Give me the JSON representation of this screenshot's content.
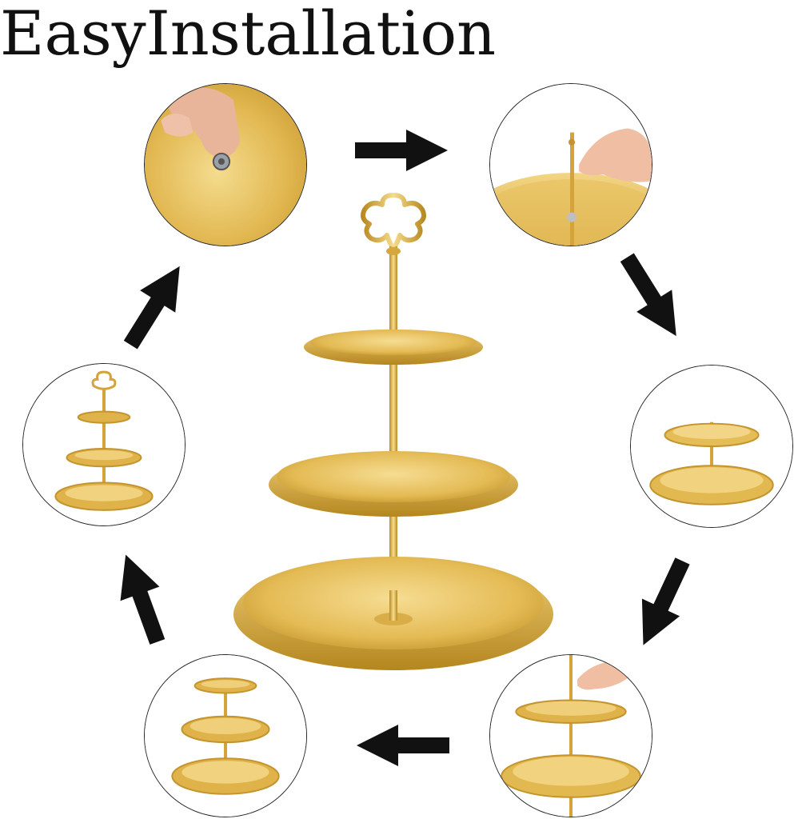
{
  "header": {
    "title": "EasyInstallation"
  },
  "colors": {
    "gold": "#e0b54a",
    "gold_light": "#f3d98a",
    "gold_dark": "#b88a22",
    "arrow": "#111111"
  },
  "steps": [
    {
      "name": "attach-screw-to-plate"
    },
    {
      "name": "insert-rod-in-top-plate"
    },
    {
      "name": "two-tier-assembled"
    },
    {
      "name": "add-third-rod"
    },
    {
      "name": "three-tier-assembled"
    },
    {
      "name": "finished-stand-small"
    }
  ],
  "arrows": [
    "right",
    "down-right",
    "down-left",
    "left",
    "up-left",
    "up-right"
  ]
}
